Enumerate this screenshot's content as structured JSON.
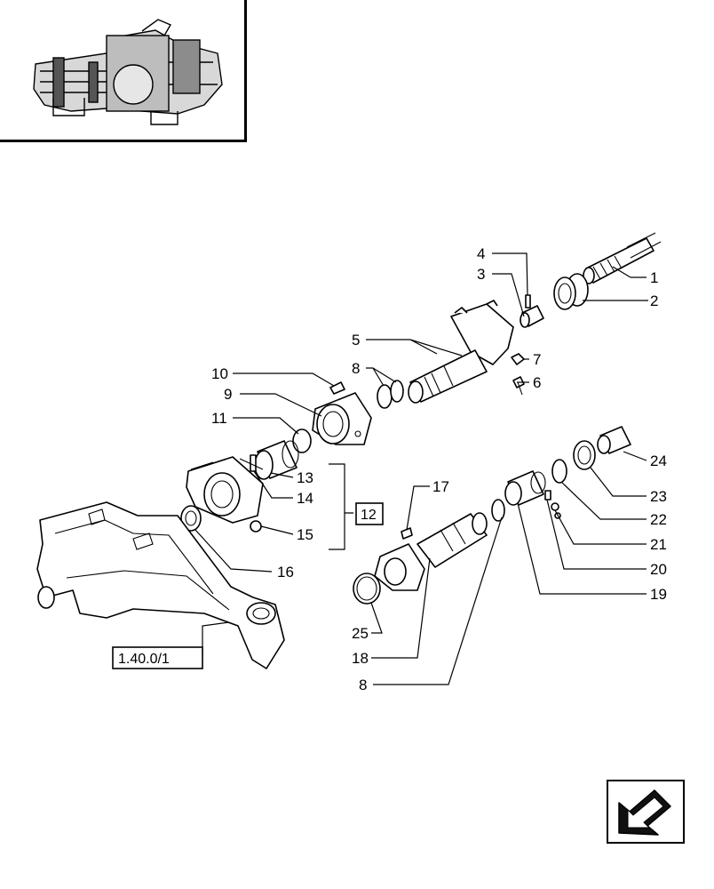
{
  "callouts": [
    {
      "id": "c1",
      "label": "1"
    },
    {
      "id": "c2",
      "label": "2"
    },
    {
      "id": "c3",
      "label": "3"
    },
    {
      "id": "c4",
      "label": "4"
    },
    {
      "id": "c5",
      "label": "5"
    },
    {
      "id": "c6",
      "label": "6"
    },
    {
      "id": "c7",
      "label": "7"
    },
    {
      "id": "c8a",
      "label": "8"
    },
    {
      "id": "c8b",
      "label": "8"
    },
    {
      "id": "c9",
      "label": "9"
    },
    {
      "id": "c10",
      "label": "10"
    },
    {
      "id": "c11",
      "label": "11"
    },
    {
      "id": "c13",
      "label": "13"
    },
    {
      "id": "c14",
      "label": "14"
    },
    {
      "id": "c15",
      "label": "15"
    },
    {
      "id": "c16",
      "label": "16"
    },
    {
      "id": "c17",
      "label": "17"
    },
    {
      "id": "c18",
      "label": "18"
    },
    {
      "id": "c19",
      "label": "19"
    },
    {
      "id": "c20",
      "label": "20"
    },
    {
      "id": "c21",
      "label": "21"
    },
    {
      "id": "c22",
      "label": "22"
    },
    {
      "id": "c23",
      "label": "23"
    },
    {
      "id": "c24",
      "label": "24"
    },
    {
      "id": "c25",
      "label": "25"
    }
  ],
  "kit_box": {
    "label": "12"
  },
  "reference_box": {
    "label": "1.40.0/1"
  },
  "nav": {
    "icon": "arrow-down-left-icon"
  }
}
